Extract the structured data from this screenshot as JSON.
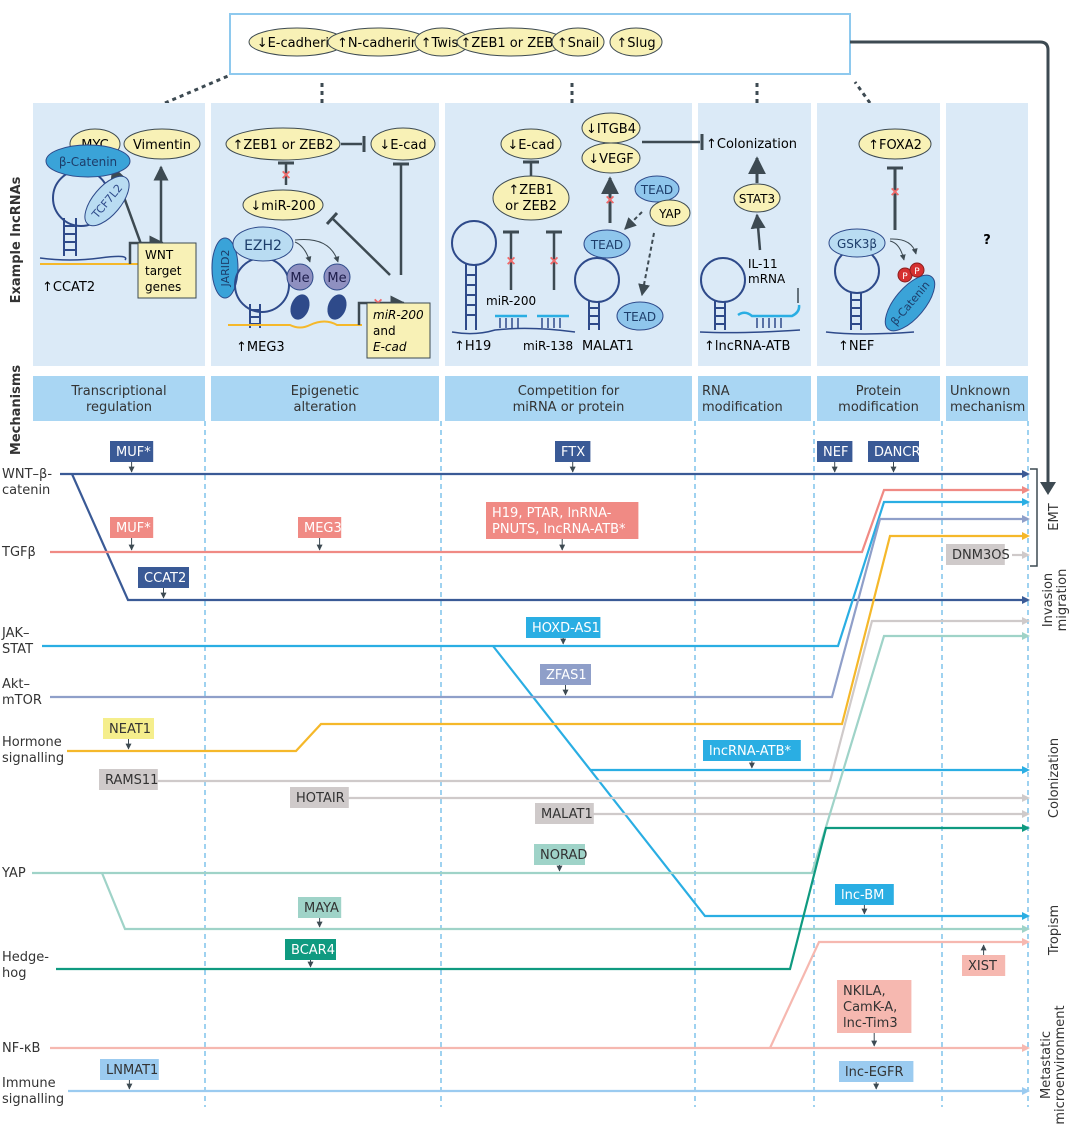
{
  "emt_markers": [
    "↓E-cadherin",
    "↑N-cadherin",
    "↑Twist",
    "↑ZEB1 or ZEB2",
    "↑Snail",
    "↑Slug"
  ],
  "row_labels": {
    "example": "Example lncRNAs",
    "mechanisms": "Mechanisms"
  },
  "panels": {
    "transcriptional": {
      "nodes": [
        "MYC",
        "Vimentin",
        "β-Catenin",
        "TCF7L2"
      ],
      "gene_box": [
        "WNT",
        "target",
        "genes"
      ],
      "lncrna": "↑CCAT2"
    },
    "epigenetic": {
      "nodes": [
        "↑ZEB1 or ZEB2",
        "↓E-cad",
        "↓miR-200",
        "EZH2",
        "JARID2",
        "Me",
        "Me"
      ],
      "gene_box": [
        "miR-200",
        "and",
        "E-cad"
      ],
      "lncrna": "↑MEG3"
    },
    "competition": {
      "nodes": [
        "↓E-cad",
        "↑ZEB1",
        "or ZEB2",
        "↓ITGB4",
        "↓VEGF",
        "TEAD",
        "YAP",
        "TEAD",
        "TEAD"
      ],
      "mirnas": [
        "miR-200",
        "miR-138"
      ],
      "lncrnas": [
        "↑H19",
        "MALAT1"
      ]
    },
    "rna_mod": {
      "nodes": [
        "↑Colonization",
        "STAT3"
      ],
      "mrna": [
        "IL-11",
        "mRNA"
      ],
      "lncrna": "↑lncRNA-ATB"
    },
    "protein_mod": {
      "nodes": [
        "↑FOXA2",
        "GSK3β",
        "β-Catenin",
        "P",
        "P"
      ],
      "lncrna": "↑NEF"
    },
    "unknown": {
      "text": "?"
    }
  },
  "mechanisms": [
    [
      "Transcriptional",
      "regulation"
    ],
    [
      "Epigenetic",
      "alteration"
    ],
    [
      "Competition for",
      "miRNA or protein"
    ],
    [
      "RNA",
      "modification"
    ],
    [
      "Protein",
      "modification"
    ],
    [
      "Unknown",
      "mechanism"
    ]
  ],
  "pathways": [
    [
      "WNT–β-",
      "catenin"
    ],
    [
      "TGFβ"
    ],
    [
      "JAK–",
      "STAT"
    ],
    [
      "Akt–",
      "mTOR"
    ],
    [
      "Hormone",
      "signalling"
    ],
    [
      "YAP"
    ],
    [
      "Hedge-",
      "hog"
    ],
    [
      "NF-κB"
    ],
    [
      "Immune",
      "signalling"
    ]
  ],
  "lncrna_labels": [
    {
      "lines": [
        "MUF*"
      ],
      "color": "#3a5a96",
      "fg": "#ffffff"
    },
    {
      "lines": [
        "FTX"
      ],
      "color": "#3a5a96",
      "fg": "#ffffff"
    },
    {
      "lines": [
        "NEF"
      ],
      "color": "#3a5a96",
      "fg": "#ffffff"
    },
    {
      "lines": [
        "DANCR"
      ],
      "color": "#3a5a96",
      "fg": "#ffffff"
    },
    {
      "lines": [
        "MUF*"
      ],
      "color": "#f08a84",
      "fg": "#ffffff"
    },
    {
      "lines": [
        "MEG3"
      ],
      "color": "#f08a84",
      "fg": "#ffffff"
    },
    {
      "lines": [
        "H19, PTAR, lnRNA-",
        "PNUTS, lncRNA-ATB*"
      ],
      "color": "#f08a84",
      "fg": "#ffffff"
    },
    {
      "lines": [
        "CCAT2"
      ],
      "color": "#3a5a96",
      "fg": "#ffffff"
    },
    {
      "lines": [
        "DNM3OS"
      ],
      "color": "#cfcaca",
      "fg": "#333333"
    },
    {
      "lines": [
        "HOXD-AS1"
      ],
      "color": "#2aaee3",
      "fg": "#ffffff"
    },
    {
      "lines": [
        "ZFAS1"
      ],
      "color": "#8f9fc9",
      "fg": "#ffffff"
    },
    {
      "lines": [
        "NEAT1"
      ],
      "color": "#f5ee8c",
      "fg": "#333333"
    },
    {
      "lines": [
        "lncRNA-ATB*"
      ],
      "color": "#2aaee3",
      "fg": "#ffffff"
    },
    {
      "lines": [
        "RAMS11"
      ],
      "color": "#cfcaca",
      "fg": "#333333"
    },
    {
      "lines": [
        "HOTAIR"
      ],
      "color": "#cfcaca",
      "fg": "#333333"
    },
    {
      "lines": [
        "MALAT1"
      ],
      "color": "#cfcaca",
      "fg": "#333333"
    },
    {
      "lines": [
        "NORAD"
      ],
      "color": "#9fd3c8",
      "fg": "#333333"
    },
    {
      "lines": [
        "MAYA"
      ],
      "color": "#9fd3c8",
      "fg": "#333333"
    },
    {
      "lines": [
        "lnc-BM"
      ],
      "color": "#2aaee3",
      "fg": "#ffffff"
    },
    {
      "lines": [
        "BCAR4"
      ],
      "color": "#0f9a80",
      "fg": "#ffffff"
    },
    {
      "lines": [
        "XIST"
      ],
      "color": "#f6b8b0",
      "fg": "#333333"
    },
    {
      "lines": [
        "NKILA,",
        "CamK-A,",
        "lnc-Tim3"
      ],
      "color": "#f6b8b0",
      "fg": "#333333"
    },
    {
      "lines": [
        "LNMAT1"
      ],
      "color": "#9bcbf0",
      "fg": "#333333"
    },
    {
      "lines": [
        "lnc-EGFR"
      ],
      "color": "#9bcbf0",
      "fg": "#333333"
    }
  ],
  "outcomes": [
    "EMT",
    [
      "Invasion",
      "migration"
    ],
    "Colonization",
    "Tropism",
    [
      "Metastatic",
      "microenvironment"
    ]
  ]
}
